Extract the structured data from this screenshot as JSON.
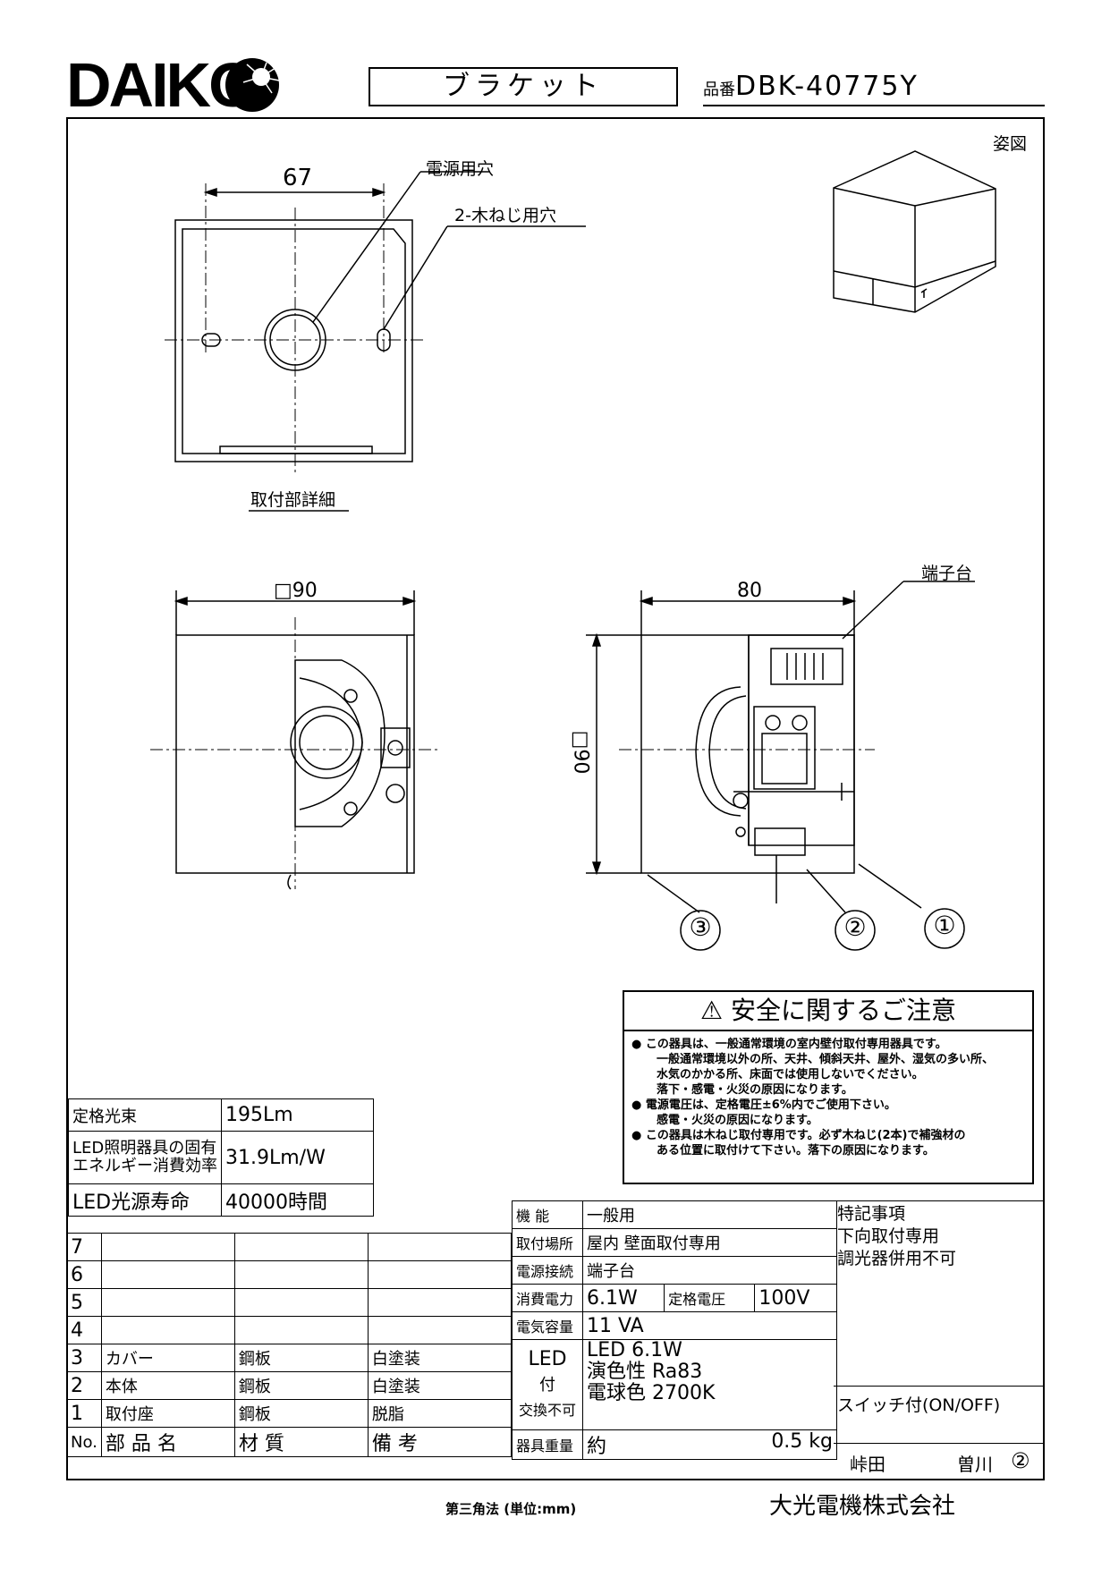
{
  "brand": "DAIKO",
  "title": "ブラケット",
  "model": {
    "prefix": "品番",
    "number": "DBK-40775Y"
  },
  "view_label": "姿図",
  "mount": {
    "dim_width": "67",
    "power_hole": "電源用穴",
    "screw_hole": "2-木ねじ用穴",
    "caption": "取付部詳細"
  },
  "front": {
    "dim_width": "□90"
  },
  "side": {
    "dim_depth": "80",
    "dim_height": "□90",
    "terminal": "端子台"
  },
  "callouts": [
    "③",
    "②",
    "①"
  ],
  "safety": {
    "title": "安全に関するご注意",
    "lines": [
      {
        "text": "● この器具は、一般通常環境の室内壁付取付専用器具です。",
        "indent": false
      },
      {
        "text": "一般通常環境以外の所、天井、傾斜天井、屋外、湿気の多い所、",
        "indent": true
      },
      {
        "text": "水気のかかる所、床面では使用しないでください。",
        "indent": true
      },
      {
        "text": "落下・感電・火災の原因になります。",
        "indent": true
      },
      {
        "text": "● 電源電圧は、定格電圧±6%内でご使用下さい。",
        "indent": false
      },
      {
        "text": "感電・火災の原因になります。",
        "indent": true
      },
      {
        "text": "● この器具は木ねじ取付専用です。必ず木ねじ(2本)で補強材の",
        "indent": false
      },
      {
        "text": "ある位置に取付けて下さい。落下の原因になります。",
        "indent": true
      }
    ]
  },
  "spec": {
    "flux_label": "定格光束",
    "flux_value": "195Lm",
    "eff_label1": "LED照明器具の固有",
    "eff_label2": "エネルギー消費効率",
    "eff_value": "31.9Lm/W",
    "life_label": "LED光源寿命",
    "life_value": "40000時間"
  },
  "parts": {
    "rows": [
      {
        "no": "7",
        "name": "",
        "material": "",
        "note": ""
      },
      {
        "no": "6",
        "name": "",
        "material": "",
        "note": ""
      },
      {
        "no": "5",
        "name": "",
        "material": "",
        "note": ""
      },
      {
        "no": "4",
        "name": "",
        "material": "",
        "note": ""
      },
      {
        "no": "3",
        "name": "カバー",
        "material": "鋼板",
        "note": "白塗装"
      },
      {
        "no": "2",
        "name": "本体",
        "material": "鋼板",
        "note": "白塗装"
      },
      {
        "no": "1",
        "name": "取付座",
        "material": "鋼板",
        "note": "脱脂"
      }
    ],
    "header": {
      "no": "No.",
      "name": "部 品 名",
      "material": "材 質",
      "note": "備 考"
    }
  },
  "fixture": {
    "func_label": "機 能",
    "func_value": "一般用",
    "place_label": "取付場所",
    "place_value": "屋内 壁面取付専用",
    "power_label": "電源接続",
    "power_value": "端子台",
    "watt_label": "消費電力",
    "watt_value": "6.1W",
    "volt_label": "定格電圧",
    "volt_value": "100V",
    "va_label": "電気容量",
    "va_value": "11 VA",
    "led_label1": "LED",
    "led_label2": "付",
    "led_label3": "交換不可",
    "led_line1": "LED 6.1W",
    "led_line2": "演色性 Ra83",
    "led_line3": "電球色 2700K",
    "weight_label": "器具重量",
    "weight_prefix": "約",
    "weight_value": "0.5 kg"
  },
  "notes": {
    "title": "特記事項",
    "line1": "下向取付専用",
    "line2": "調光器併用不可",
    "switch": "スイッチ付(ON/OFF)"
  },
  "sign": {
    "name1": "峠田",
    "name2": "曽川",
    "rev": "②"
  },
  "footer": {
    "projection": "第三角法 (単位:mm)",
    "company": "大光電機株式会社"
  }
}
